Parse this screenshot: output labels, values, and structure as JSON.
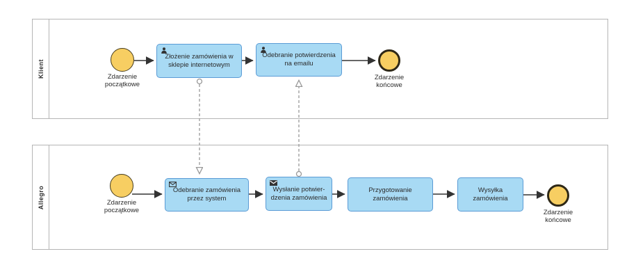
{
  "diagram_type": "bpmn-collaboration",
  "colors": {
    "task_fill": "#a8daf4",
    "task_border": "#5a9bd5",
    "event_fill": "#f7ce62",
    "event_border": "#3a321c",
    "pool_border": "#b5b5b5",
    "sequence_flow": "#333333",
    "message_flow": "#999999",
    "text": "#2b2b2b"
  },
  "lanes": [
    {
      "label": "Klient",
      "start_event": {
        "label": "Zdarzenie początkowe"
      },
      "end_event": {
        "label": "Zdarzenie końcowe"
      },
      "tasks": [
        {
          "label": "Złożenie zamówienia w sklepie internetowym",
          "icon": "user-icon"
        },
        {
          "label": "Odebranie potwierdzenia na emailu",
          "icon": "user-icon"
        }
      ]
    },
    {
      "label": "Allegro",
      "start_event": {
        "label": "Zdarzenie początkowe"
      },
      "end_event": {
        "label": "Zdarzenie końcowe"
      },
      "tasks": [
        {
          "label": "Odebranie zamówienia przez system",
          "icon": "message-icon"
        },
        {
          "label": "Wysłanie potwier-\ndzenia zamówienia",
          "icon": "message-filled-icon"
        },
        {
          "label": "Przygotowanie zamówienia",
          "icon": null
        },
        {
          "label": "Wysyłka zamówienia",
          "icon": null
        }
      ]
    }
  ],
  "connections": {
    "sequence_flows": [
      {
        "from": "klient-start-event",
        "to": "Złożenie zamówienia w sklepie internetowym"
      },
      {
        "from": "Złożenie zamówienia w sklepie internetowym",
        "to": "Odebranie potwierdzenia na emailu"
      },
      {
        "from": "Odebranie potwierdzenia na emailu",
        "to": "klient-end-event"
      },
      {
        "from": "allegro-start-event",
        "to": "Odebranie zamówienia przez system"
      },
      {
        "from": "Odebranie zamówienia przez system",
        "to": "Wysłanie potwierdzenia zamówienia"
      },
      {
        "from": "Wysłanie potwierdzenia zamówienia",
        "to": "Przygotowanie zamówienia"
      },
      {
        "from": "Przygotowanie zamówienia",
        "to": "Wysyłka zamówienia"
      },
      {
        "from": "Wysyłka zamówienia",
        "to": "allegro-end-event"
      }
    ],
    "message_flows": [
      {
        "from": "Złożenie zamówienia w sklepie internetowym",
        "to": "Odebranie zamówienia przez system"
      },
      {
        "from": "Wysłanie potwierdzenia zamówienia",
        "to": "Odebranie potwierdzenia na emailu"
      }
    ]
  }
}
